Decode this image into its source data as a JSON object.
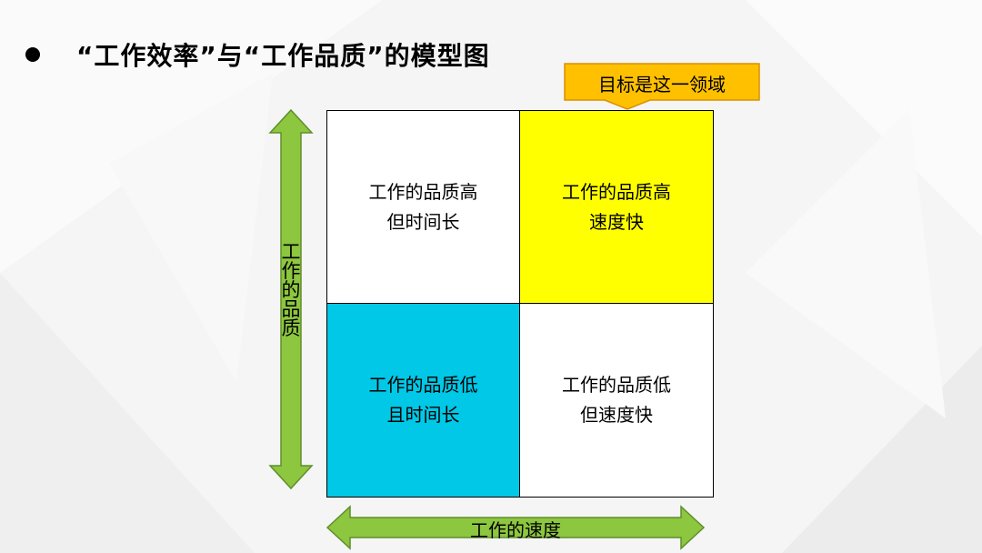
{
  "title": "“工作效率”与“工作品质”的模型图",
  "callout": {
    "text": "目标是这一领域",
    "color": "#FFC000"
  },
  "axes": {
    "vertical_label": "工作的品质",
    "horizontal_label": "工作的速度",
    "arrow_color": "#8DC63F"
  },
  "quadrants": {
    "top_left": {
      "line1": "工作的品质高",
      "line2": "但时间长",
      "color": "#FFFFFF"
    },
    "top_right": {
      "line1": "工作的品质高",
      "line2": "速度快",
      "color": "#FFFF00"
    },
    "bottom_left": {
      "line1": "工作的品质低",
      "line2": "且时间长",
      "color": "#00C8E6"
    },
    "bottom_right": {
      "line1": "工作的品质低",
      "line2": "但速度快",
      "color": "#FFFFFF"
    }
  }
}
